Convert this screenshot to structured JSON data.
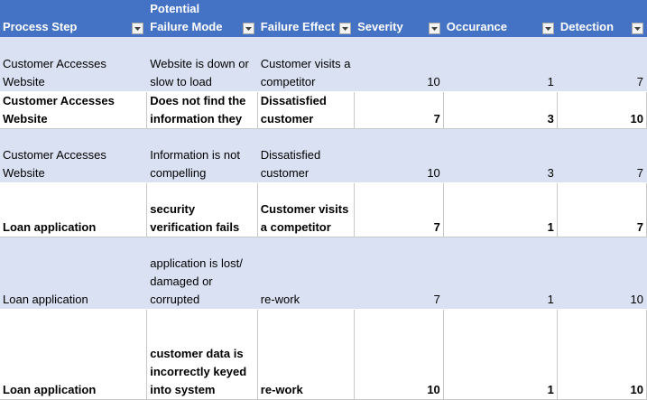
{
  "columns": [
    {
      "label": "Process Step"
    },
    {
      "label": "Potential Failure Mode"
    },
    {
      "label": "Failure Effect"
    },
    {
      "label": "Severity"
    },
    {
      "label": "Occurance"
    },
    {
      "label": "Detection"
    }
  ],
  "rows": [
    {
      "process": "Customer Accesses Website",
      "failure_mode": "Website is down or slow to load",
      "effect": "Customer visits a competitor",
      "severity": "10",
      "occurance": "1",
      "detection": "7"
    },
    {
      "process": "Customer Accesses Website",
      "failure_mode": "Does not find the information they",
      "effect": "Dissatisfied customer",
      "severity": "7",
      "occurance": "3",
      "detection": "10"
    },
    {
      "process": "Customer Accesses Website",
      "failure_mode": "Information is not compelling",
      "effect": "Dissatisfied customer",
      "severity": "10",
      "occurance": "3",
      "detection": "7"
    },
    {
      "process": "Loan application",
      "failure_mode": "security verification fails",
      "effect": "Customer visits a competitor",
      "severity": "7",
      "occurance": "1",
      "detection": "7"
    },
    {
      "process": "Loan application",
      "failure_mode": "application is lost/ damaged or corrupted",
      "effect": "re-work",
      "severity": "7",
      "occurance": "1",
      "detection": "10"
    },
    {
      "process": "Loan application",
      "failure_mode": "customer data is incorrectly keyed into system",
      "effect": "re-work",
      "severity": "10",
      "occurance": "1",
      "detection": "10"
    }
  ],
  "colors": {
    "header": "#4472c4",
    "band": "#d9e1f2"
  },
  "icons": {
    "filter_dropdown": "chevron-down-icon"
  }
}
